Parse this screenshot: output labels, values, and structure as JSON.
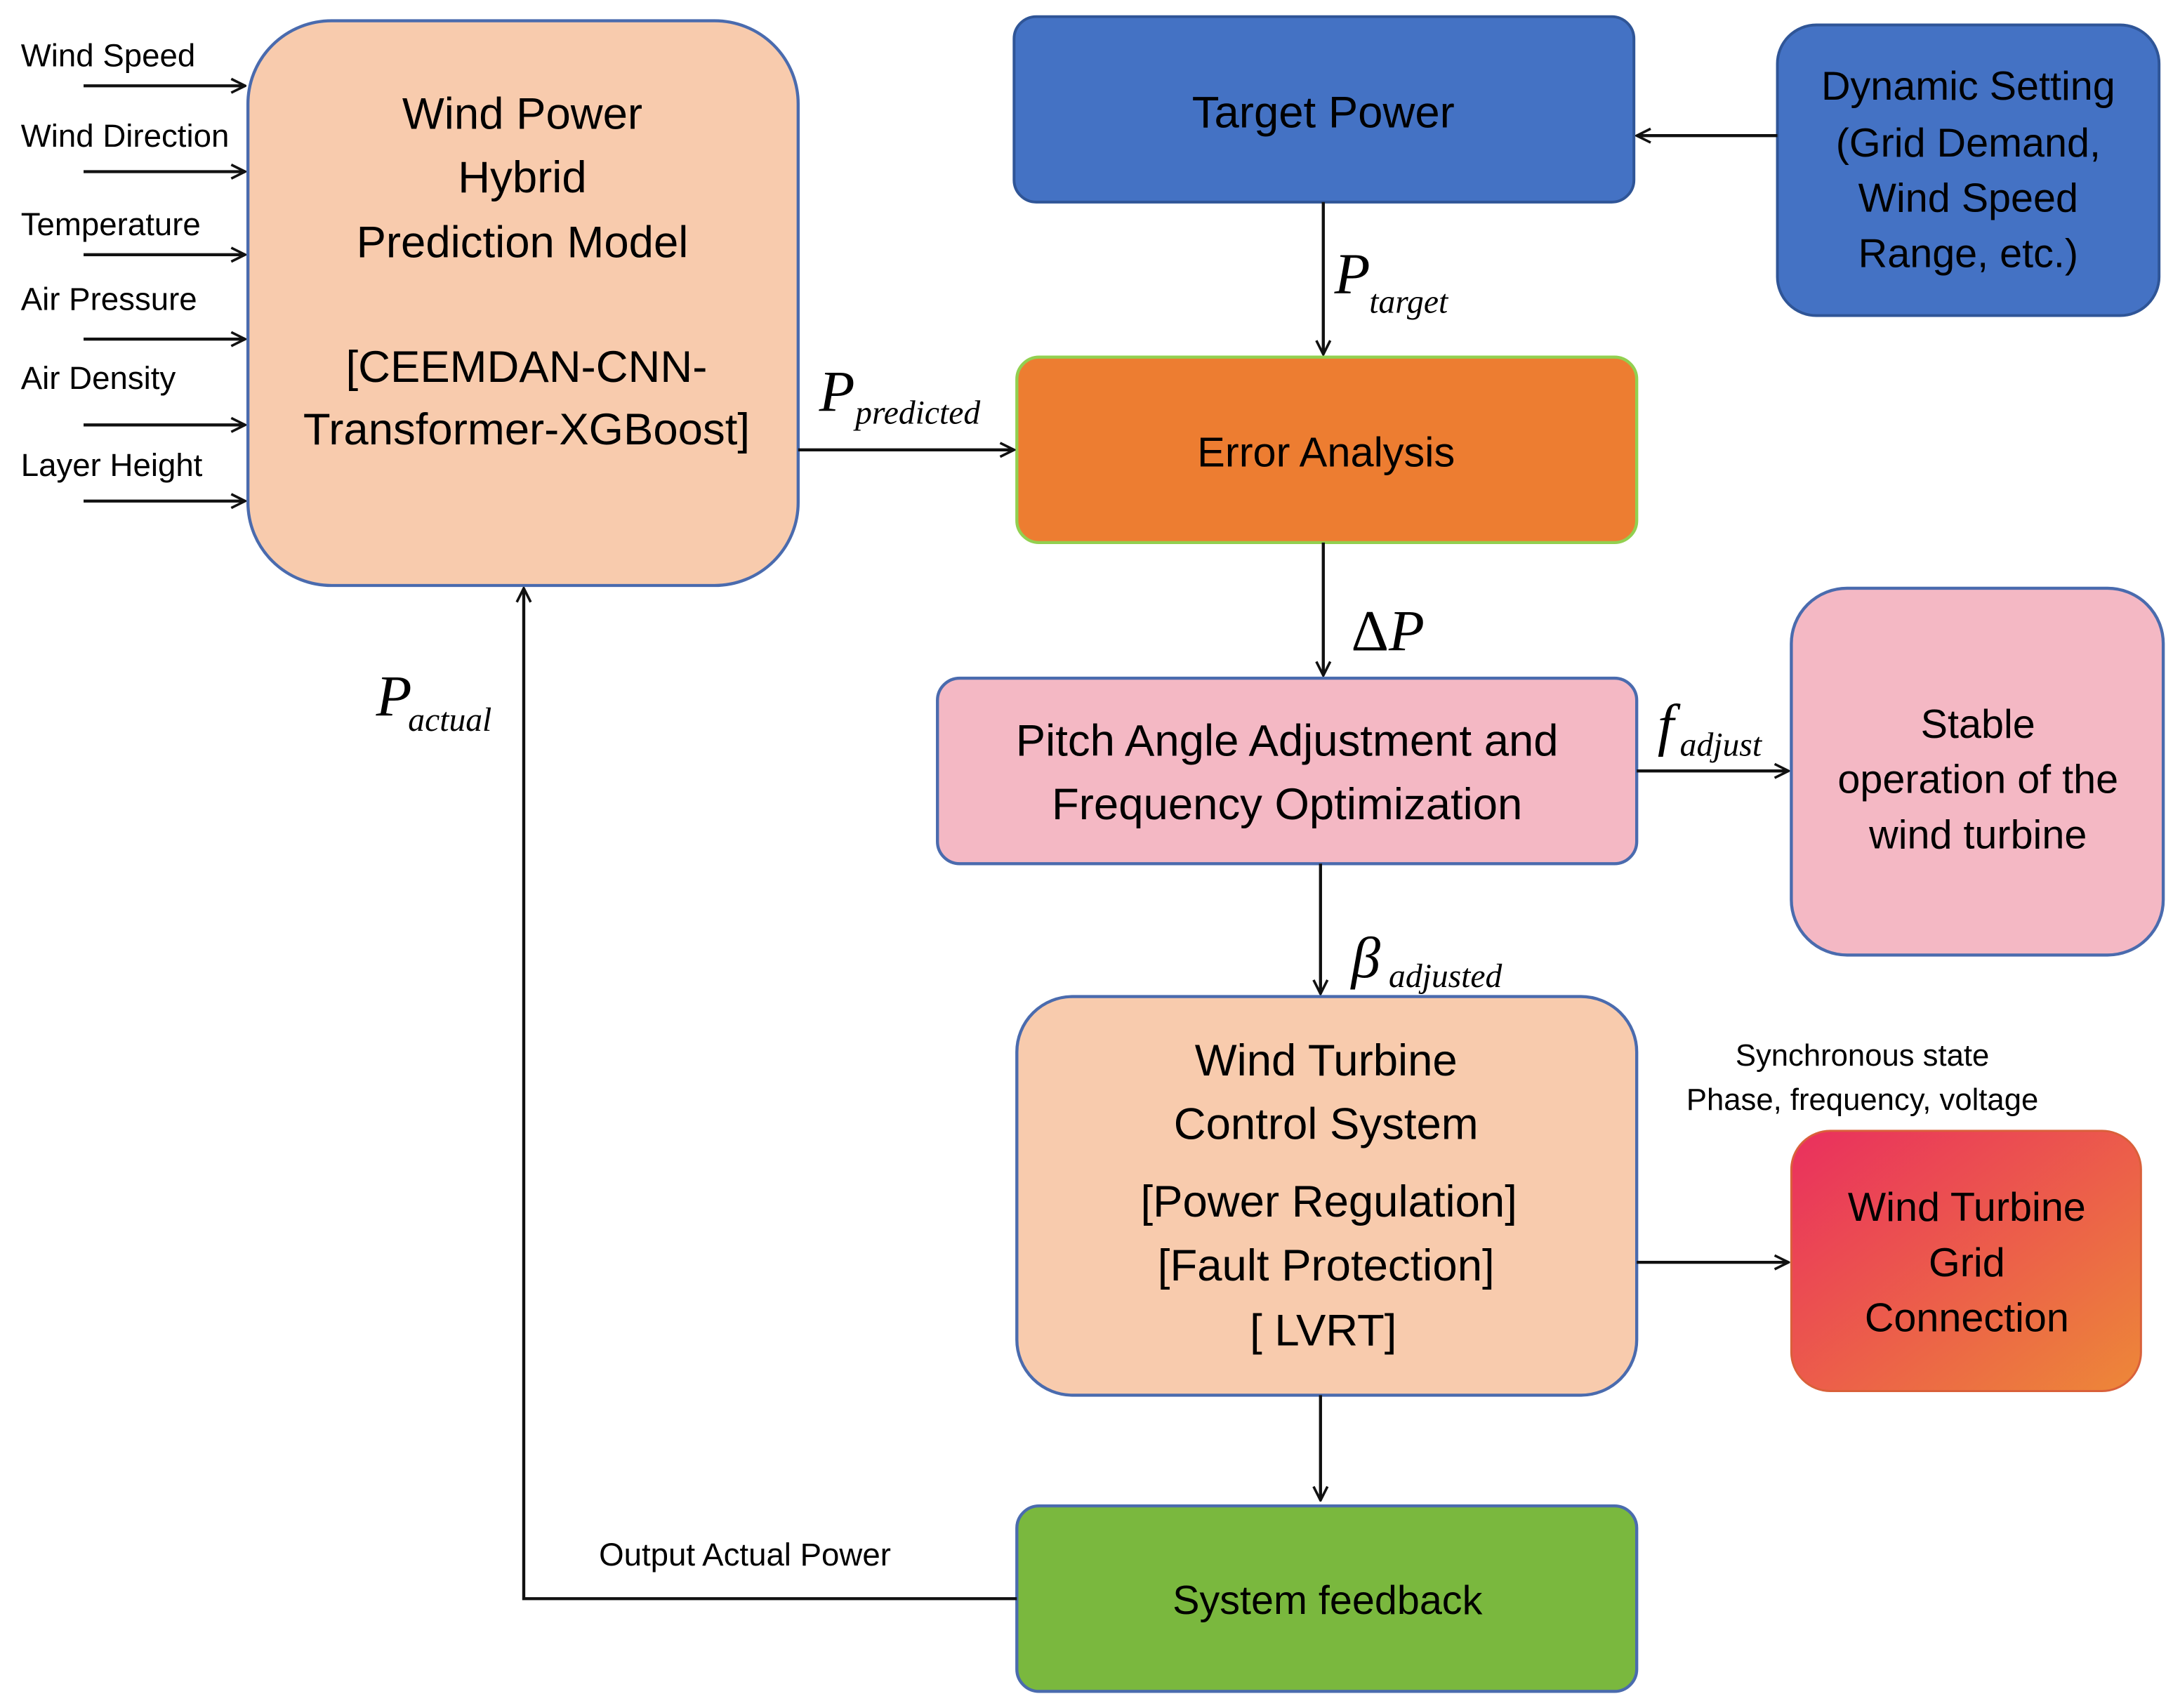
{
  "inputs": [
    "Wind Speed",
    "Wind Direction",
    "Temperature",
    "Air Pressure",
    "Air Density",
    "Layer Height"
  ],
  "nodes": {
    "prediction_model": {
      "lines": [
        "Wind Power",
        "Hybrid",
        "Prediction Model",
        "[CEEMDAN-CNN-",
        "Transformer-XGBoost]"
      ]
    },
    "target_power": {
      "label": "Target Power"
    },
    "dynamic_setting": {
      "lines": [
        "Dynamic Setting",
        "(Grid Demand,",
        "Wind Speed",
        "Range, etc.)"
      ]
    },
    "error_analysis": {
      "label": "Error Analysis"
    },
    "pitch_adjustment": {
      "lines": [
        "Pitch Angle Adjustment and",
        "Frequency Optimization"
      ]
    },
    "stable_operation": {
      "lines": [
        "Stable",
        "operation of the",
        "wind turbine"
      ]
    },
    "control_system": {
      "lines": [
        "Wind Turbine",
        "Control System",
        "[Power Regulation]",
        "[Fault Protection]",
        "[ LVRT]"
      ]
    },
    "grid_connection": {
      "lines": [
        "Wind Turbine",
        "Grid",
        "Connection"
      ]
    },
    "system_feedback": {
      "label": "System feedback"
    }
  },
  "edge_labels": {
    "p_target": {
      "symbol": "P",
      "subscript": "target"
    },
    "p_predicted": {
      "symbol": "P",
      "subscript": "predicted"
    },
    "delta_p": {
      "prefix": "Δ",
      "symbol": "P"
    },
    "f_adjust": {
      "symbol": "f",
      "subscript": "adjust"
    },
    "beta_adjusted": {
      "symbol": "β",
      "subscript": "adjusted"
    },
    "p_actual": {
      "symbol": "P",
      "subscript": "actual"
    }
  },
  "annotations": {
    "sync_state": [
      "Synchronous state",
      "Phase, frequency, voltage"
    ],
    "output_actual_power": "Output Actual Power"
  },
  "colors": {
    "peach": "#F8CBAD",
    "blue": "#4472C4",
    "orange": "#ED7D31",
    "pink": "#F4B8C4",
    "green": "#7AB83E",
    "grid_gradient_start": "#EA2F5E",
    "grid_gradient_end": "#ED8838"
  }
}
